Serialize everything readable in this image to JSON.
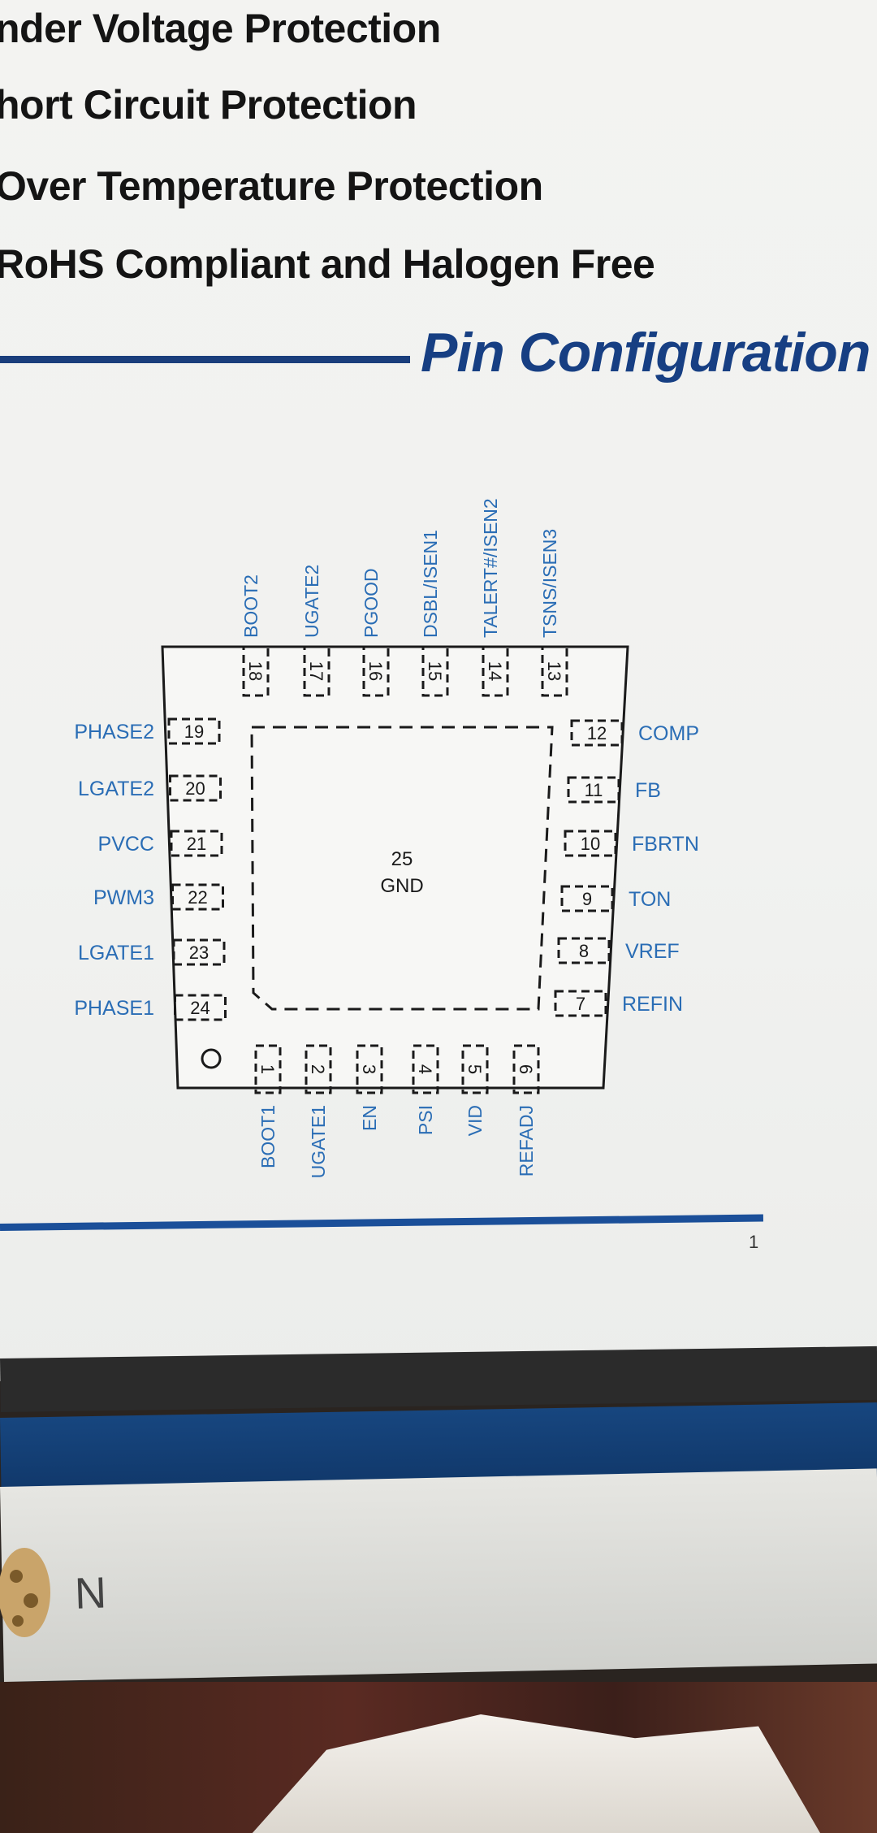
{
  "features": [
    {
      "text": "nder Voltage Protection"
    },
    {
      "text": "hort Circuit Protection"
    },
    {
      "text": "Over Temperature Protection"
    },
    {
      "text": "RoHS Compliant and Halogen Free"
    }
  ],
  "section_title": "Pin Configuration",
  "package": {
    "center_pad_number": "25",
    "center_pad_label": "GND",
    "pins_top": [
      {
        "num": "18",
        "name": "BOOT2"
      },
      {
        "num": "17",
        "name": "UGATE2"
      },
      {
        "num": "16",
        "name": "PGOOD"
      },
      {
        "num": "15",
        "name": "DSBL/ISEN1"
      },
      {
        "num": "14",
        "name": "TALERT#/ISEN2"
      },
      {
        "num": "13",
        "name": "TSNS/ISEN3"
      }
    ],
    "pins_left": [
      {
        "num": "19",
        "name": "PHASE2"
      },
      {
        "num": "20",
        "name": "LGATE2"
      },
      {
        "num": "21",
        "name": "PVCC"
      },
      {
        "num": "22",
        "name": "PWM3"
      },
      {
        "num": "23",
        "name": "LGATE1"
      },
      {
        "num": "24",
        "name": "PHASE1"
      }
    ],
    "pins_right": [
      {
        "num": "12",
        "name": "COMP"
      },
      {
        "num": "11",
        "name": "FB"
      },
      {
        "num": "10",
        "name": "FBRTN"
      },
      {
        "num": "9",
        "name": "TON"
      },
      {
        "num": "8",
        "name": "VREF"
      },
      {
        "num": "7",
        "name": "REFIN"
      }
    ],
    "pins_bottom": [
      {
        "num": "1",
        "name": "BOOT1"
      },
      {
        "num": "2",
        "name": "UGATE1"
      },
      {
        "num": "3",
        "name": "EN"
      },
      {
        "num": "4",
        "name": "PSI"
      },
      {
        "num": "5",
        "name": "VID"
      },
      {
        "num": "6",
        "name": "REFADJ"
      }
    ]
  },
  "page_number": "1",
  "monitor_logo": "N",
  "colors": {
    "title_blue": "#173f83",
    "pin_label_blue": "#2a6db5",
    "outline": "#1a1a1a"
  }
}
